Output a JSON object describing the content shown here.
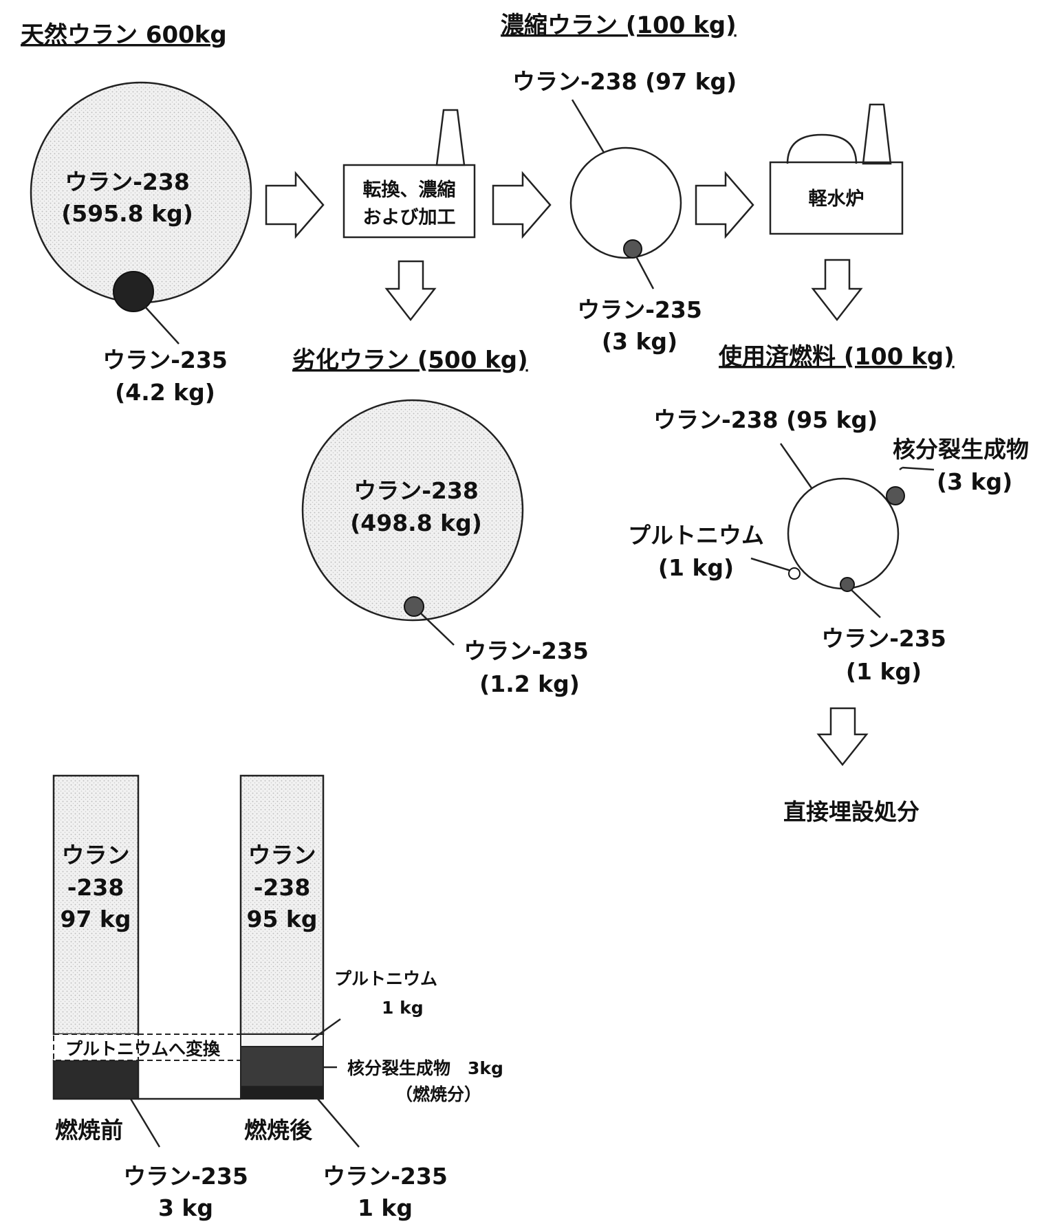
{
  "natural": {
    "title": "天然ウラン 600kg",
    "u238_line1": "ウラン-238",
    "u238_line2": "(595.8 kg)",
    "u235_line1": "ウラン-235",
    "u235_line2": "(4.2 kg)"
  },
  "process": {
    "conversion_line1": "転換、濃縮",
    "conversion_line2": "および加工",
    "reactor": "軽水炉"
  },
  "enriched": {
    "title": "濃縮ウラン (100 kg)",
    "u238": "ウラン-238 (97 kg)",
    "u235_line1": "ウラン-235",
    "u235_line2": "(3 kg)"
  },
  "depleted": {
    "title": "劣化ウラン (500 kg)",
    "u238_line1": "ウラン-238",
    "u238_line2": "(498.8 kg)",
    "u235_line1": "ウラン-235",
    "u235_line2": "(1.2 kg)"
  },
  "spent": {
    "title": "使用済燃料 (100 kg)",
    "u238": "ウラン-238 (95 kg)",
    "fission_line1": "核分裂生成物",
    "fission_line2": "(3 kg)",
    "pu_line1": "プルトニウム",
    "pu_line2": "(1 kg)",
    "u235_line1": "ウラン-235",
    "u235_line2": "(1 kg)",
    "disposal": "直接埋設処分"
  },
  "bars": {
    "before": {
      "u238_line1": "ウラン",
      "u238_line2": "-238",
      "u238_line3": "97 kg",
      "convert": "プルトニウムへ変換",
      "label": "燃焼前",
      "u235_line1": "ウラン-235",
      "u235_line2": "3 kg"
    },
    "after": {
      "u238_line1": "ウラン",
      "u238_line2": "-238",
      "u238_line3": "95 kg",
      "pu_line1": "プルトニウム",
      "pu_line2": "1 kg",
      "fission_line1": "核分裂生成物　3kg",
      "fission_line2": "（燃焼分）",
      "label": "燃焼後",
      "u235_line1": "ウラン-235",
      "u235_line2": "1 kg"
    }
  },
  "colors": {
    "stipple": "#e6e6e6",
    "dark_dot": "#2a2a2a",
    "mid_dot": "#555555",
    "bar_dark": "#2b2b2b"
  }
}
